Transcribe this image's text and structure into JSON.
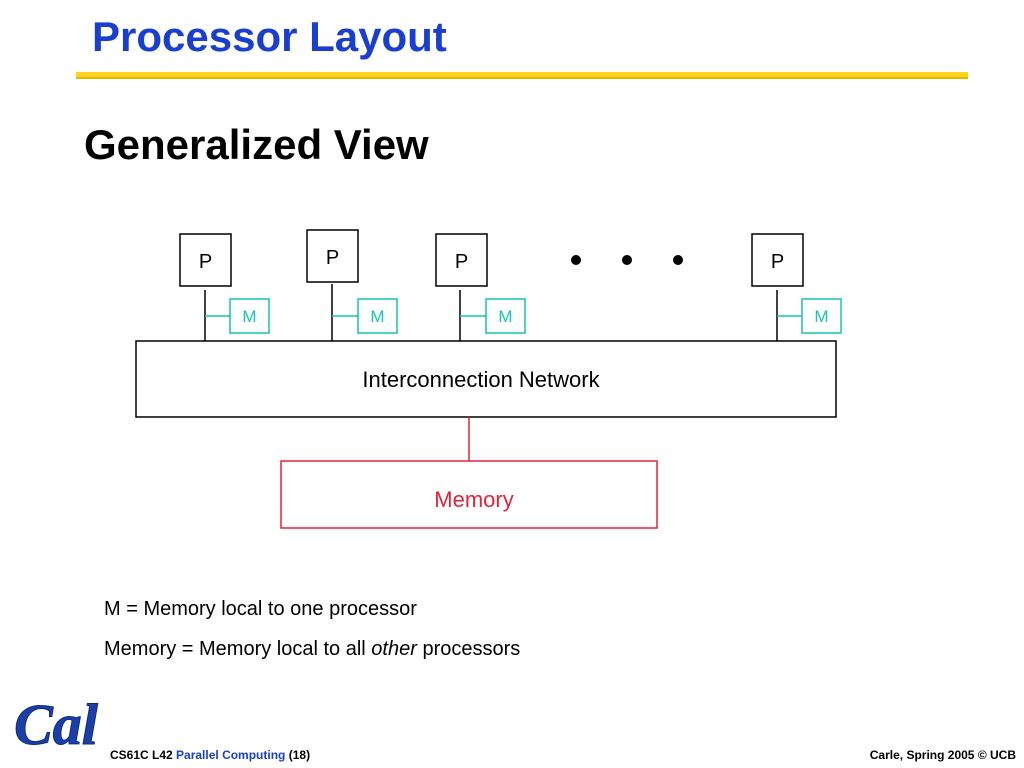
{
  "slide": {
    "title": "Processor Layout",
    "subtitle": "Generalized View"
  },
  "diagram": {
    "processor_label": "P",
    "local_memory_label": "M",
    "ellipsis": "•   •   •",
    "network_label": "Interconnection Network",
    "shared_memory_label": "Memory",
    "colors": {
      "processor": "#000000",
      "local_memory": "#19c4b4",
      "shared_memory": "#e0243c"
    }
  },
  "legend": {
    "line1": "M = Memory local to one processor",
    "line2_prefix": "Memory = Memory local to all ",
    "line2_emphasis": "other",
    "line2_suffix": " processors"
  },
  "footer": {
    "course": "CS61C L42 ",
    "topic": "Parallel Computing",
    "page": " (18)",
    "credit": "Carle, Spring 2005 © UCB"
  },
  "logo": {
    "text": "Cal",
    "color": "#1a3fa8"
  }
}
